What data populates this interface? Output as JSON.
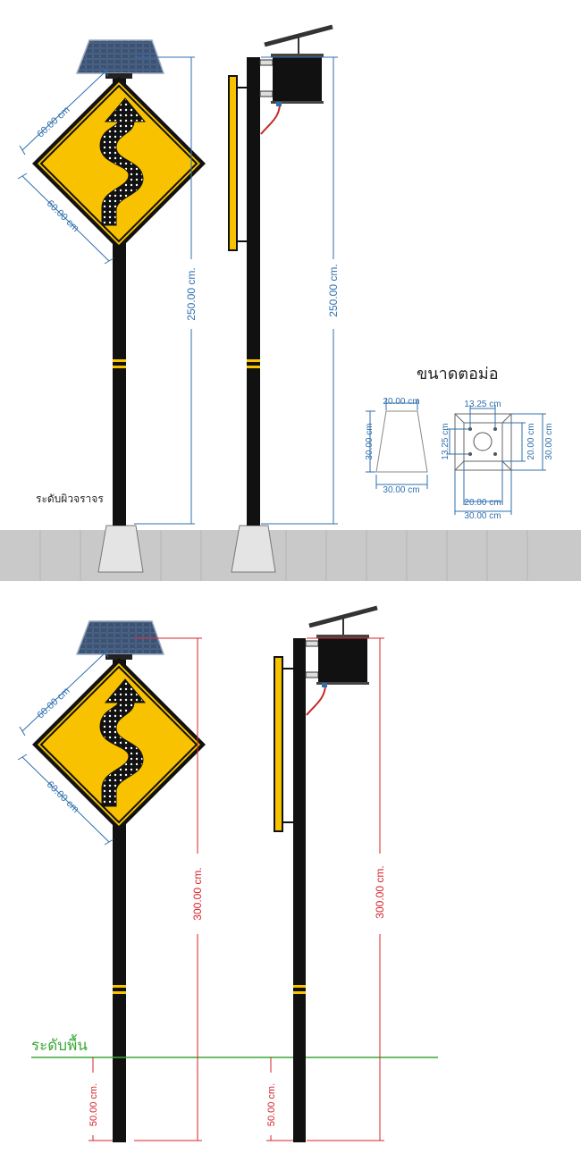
{
  "colors": {
    "sign_yellow": "#f8c200",
    "pole_black": "#111111",
    "dimension_blue": "#2f6fae",
    "dimension_red": "#d8232a",
    "ground_level_green": "#3aa935",
    "road_gray": "#c9c9c9"
  },
  "top_panel": {
    "sign_width_label": "60.00 cm",
    "sign_height_label": "60.00 cm",
    "pole_height_front": "250.00 cm.",
    "pole_height_side": "250.00 cm.",
    "road_level_label": "ระดับผิวจราจร",
    "footing": {
      "title": "ขนาดตอม่อ",
      "front_top_label": "20.00 cm",
      "front_height_label": "30.00 cm",
      "front_bottom_label": "30.00 cm",
      "plan_bolt_spacing_top": "13.25 cm",
      "plan_bolt_spacing_left": "13.25 cm",
      "plan_inner_right": "20.00 cm",
      "plan_outer_right": "30.00 cm",
      "plan_inner_bottom": "20.00 cm",
      "plan_outer_bottom": "30.00 cm"
    }
  },
  "bottom_panel": {
    "sign_width_label": "60.00 cm",
    "sign_height_label": "60.00 cm",
    "pole_height_front": "300.00 cm.",
    "pole_height_side": "300.00 cm.",
    "embed_depth_front": "50.00 cm.",
    "embed_depth_side": "50.00 cm.",
    "ground_level_label": "ระดับพื้น"
  }
}
